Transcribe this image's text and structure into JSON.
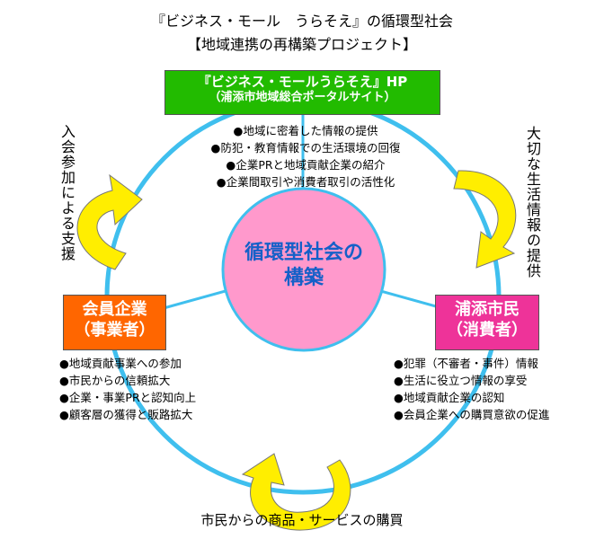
{
  "title": {
    "line1": "『ビジネス・モール　うらそえ』の循環型社会",
    "line2": "【地域連携の再構築プロジェクト】"
  },
  "hp_box": {
    "line1": "『ビジネス・モールうらそえ』HP",
    "line2": "（浦添市地域総合ポータルサイト）",
    "color": "#22bb00"
  },
  "hp_items": [
    "●地域に密着した情報の提供",
    "●防犯・教育情報での生活環境の回復",
    "●企業PRと地域貢献企業の紹介",
    "●企業間取引や消費者取引の活性化"
  ],
  "member_box": {
    "line1": "会員企業",
    "line2": "（事業者）",
    "color": "#ff6600"
  },
  "member_items": [
    "●地域貢献事業への参加",
    "●市民からの信頼拡大",
    "●企業・事業PRと認知向上",
    "●顧客層の獲得と販路拡大"
  ],
  "citizen_box": {
    "line1": "浦添市民",
    "line2": "（消費者）",
    "color": "#ee3399"
  },
  "citizen_items": [
    "●犯罪（不審者・事件）情報",
    "●生活に役立つ情報の享受",
    "●地域貢献企業の認知",
    "●会員企業への購買意欲の促進"
  ],
  "center": {
    "line1": "循環型社会の",
    "line2": "構築"
  },
  "left_arrow_label": "入会参加による支援",
  "right_arrow_label": "大切な生活情報の提供",
  "bottom_arrow_label": "市民からの商品・サービスの購買"
}
